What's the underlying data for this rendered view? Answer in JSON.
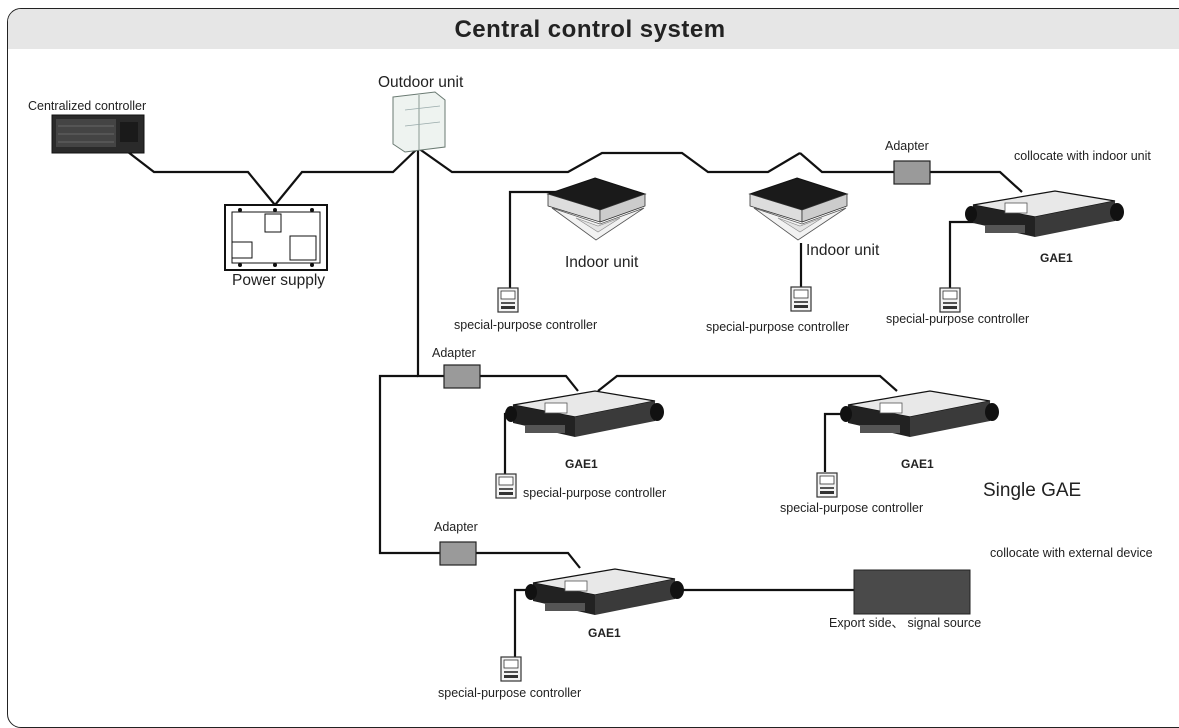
{
  "title": "Central control system",
  "labels": {
    "centralized_controller": "Centralized controller",
    "outdoor_unit": "Outdoor unit",
    "power_supply": "Power supply",
    "adapter": "Adapter",
    "indoor_unit": "Indoor unit",
    "collocate_indoor": "collocate with indoor unit",
    "gae1": "GAE1",
    "special_controller": "special-purpose controller",
    "single_gae": "Single GAE",
    "collocate_external": "collocate with external device",
    "export_side": "Export side、 signal source"
  }
}
